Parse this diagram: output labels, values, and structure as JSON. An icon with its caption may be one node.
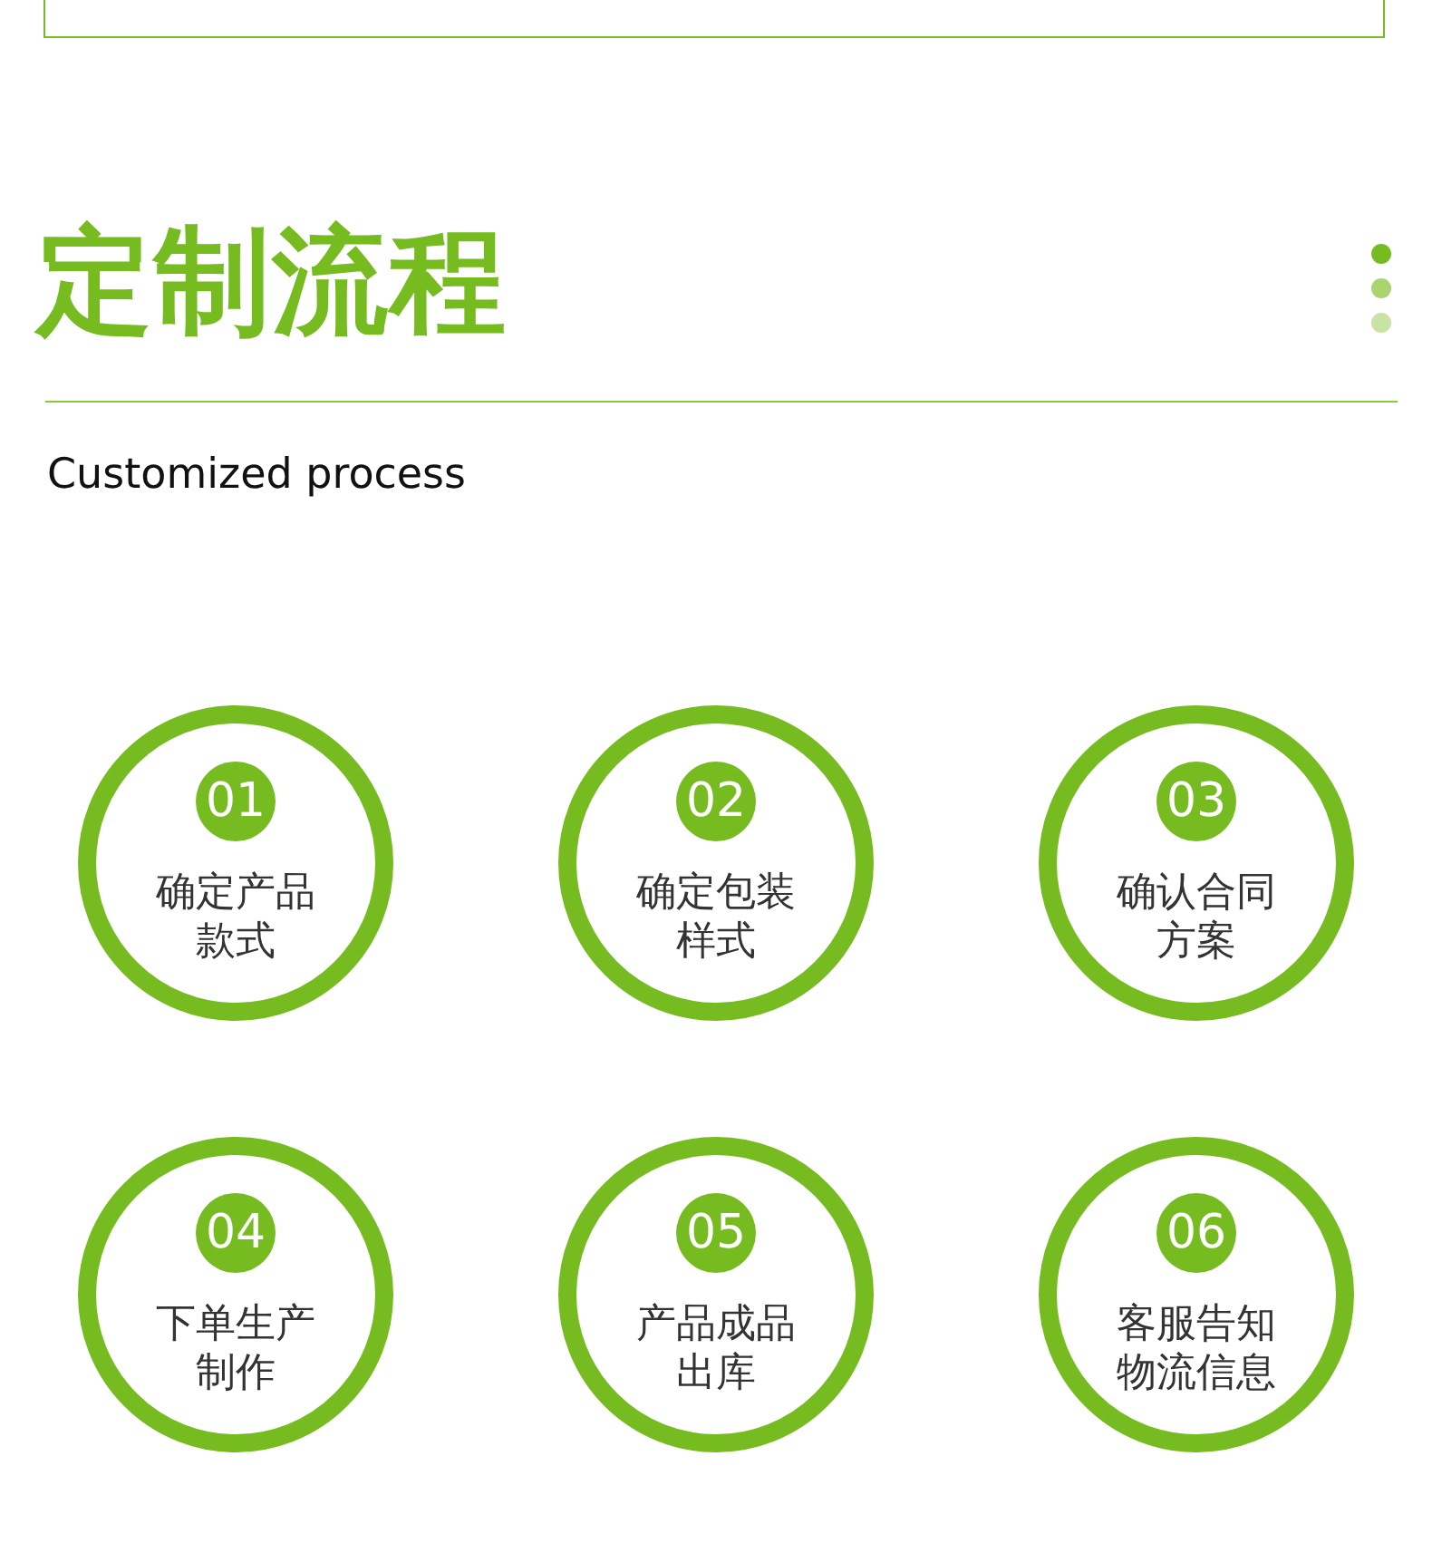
{
  "diagram": {
    "title": "定制流程",
    "nodes": [
      {
        "text": [
          "确定产品款式"
        ]
      },
      {
        "text": [
          "01"
        ],
        "in": 0
      },
      {
        "text": [
          "确定包装样式"
        ]
      },
      {
        "text": [
          "02"
        ],
        "in": 2
      },
      {
        "text": [
          "确认合同方案"
        ]
      },
      {
        "text": [
          "03"
        ],
        "in": 4
      },
      {
        "text": [
          "下单生产制作"
        ]
      },
      {
        "text": [
          "04"
        ],
        "in": 6
      },
      {
        "text": [
          "产品成品出库"
        ]
      },
      {
        "text": [
          "05"
        ],
        "in": 8
      },
      {
        "text": [
          "客服告知物流信息"
        ]
      },
      {
        "text": [
          "06"
        ],
        "in": 10
      }
    ],
    "labels": [
      "Customized process"
    ]
  }
}
